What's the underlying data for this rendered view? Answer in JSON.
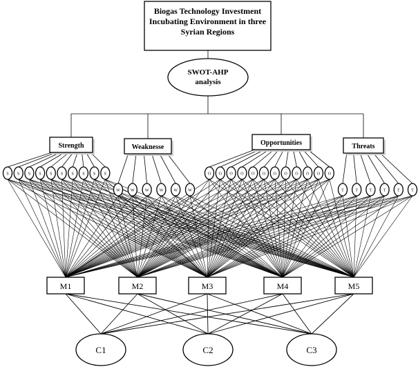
{
  "diagram": {
    "goal": {
      "lines": [
        "Biogas Technology Investment",
        "Incubating Environment in three",
        "Syrian Regions"
      ]
    },
    "method": {
      "lines": [
        "SWOT-AHP",
        "analysis"
      ]
    },
    "categories": [
      {
        "id": "strength",
        "label": "Strength",
        "factor_label": "S",
        "factor_count": 10
      },
      {
        "id": "weakness",
        "label": "Weaknesse",
        "factor_label": "W",
        "factor_count": 6
      },
      {
        "id": "opportunities",
        "label": "Opportunities",
        "factor_label": "O",
        "factor_count": 12
      },
      {
        "id": "threats",
        "label": "Threats",
        "factor_label": "T",
        "factor_count": 6
      }
    ],
    "measures": [
      "M1",
      "M2",
      "M3",
      "M4",
      "M5"
    ],
    "criteria": [
      "C1",
      "C2",
      "C3"
    ]
  }
}
